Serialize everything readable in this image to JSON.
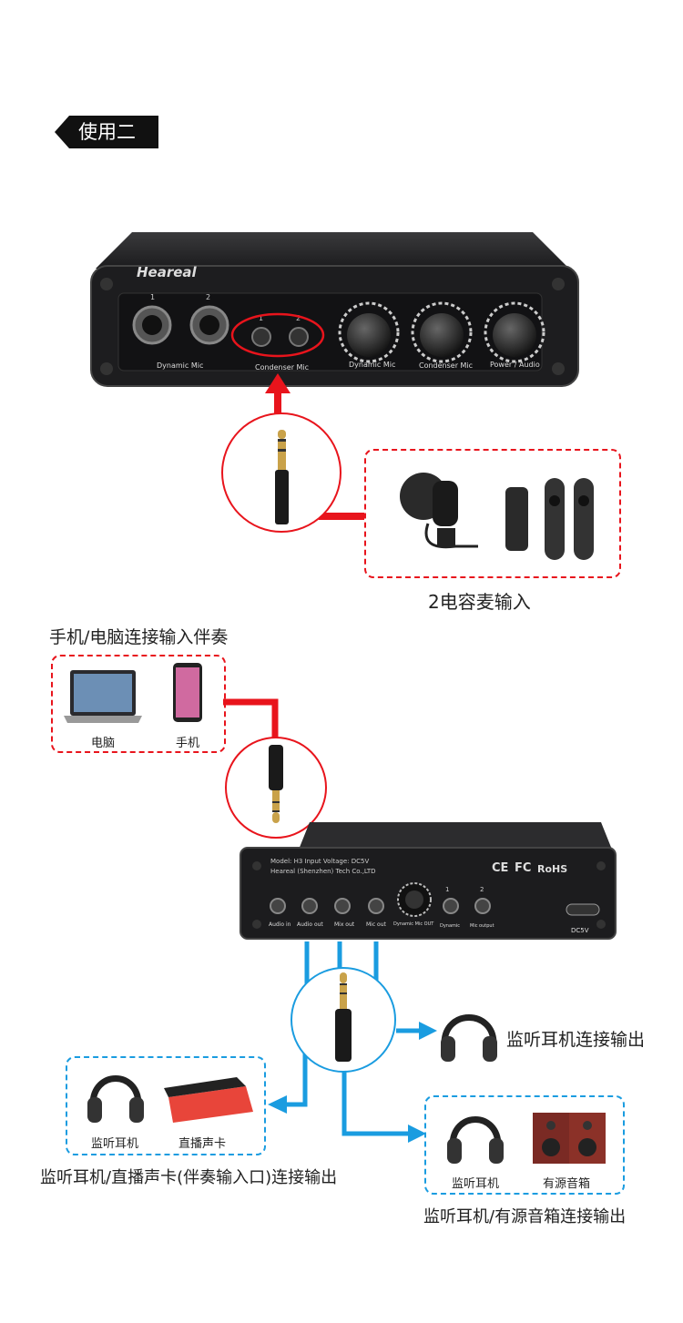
{
  "section_tag": "使用二",
  "device_top": {
    "brand": "Heareal",
    "jack_numbers": [
      "1",
      "2",
      "1",
      "2"
    ],
    "labels": [
      "Dynamic Mic",
      "Condenser Mic",
      "Dynamic Mic",
      "Condenser Mic",
      "Power / Audio"
    ]
  },
  "caption_condenser": "2电容麦输入",
  "caption_phone_pc": "手机/电脑连接输入伴奏",
  "source_items": [
    "电脑",
    "手机"
  ],
  "device_bottom": {
    "line1": "Model: H3   Input Voltage: DC5V",
    "line2": "Heareal (Shenzhen) Tech Co.,LTD",
    "cert": [
      "CE",
      "FC",
      "RoHS"
    ],
    "jack_labels": [
      "Audio in",
      "Audio out",
      "Mix out",
      "Mic out",
      "Dynamic Mic OUT",
      "Dynamic",
      "Mic output"
    ],
    "jack_numbers": [
      "1",
      "2"
    ],
    "power_label": "DC5V"
  },
  "caption_headphone_right": "监听耳机连接输出",
  "box_left_items": [
    "监听耳机",
    "直播声卡"
  ],
  "caption_left": "监听耳机/直播声卡(伴奏输入口)连接输出",
  "box_right_items": [
    "监听耳机",
    "有源音箱"
  ],
  "caption_right": "监听耳机/有源音箱连接输出",
  "colors": {
    "red": "#e8141c",
    "blue": "#1a9ce0",
    "device": "#1d1d1f"
  }
}
